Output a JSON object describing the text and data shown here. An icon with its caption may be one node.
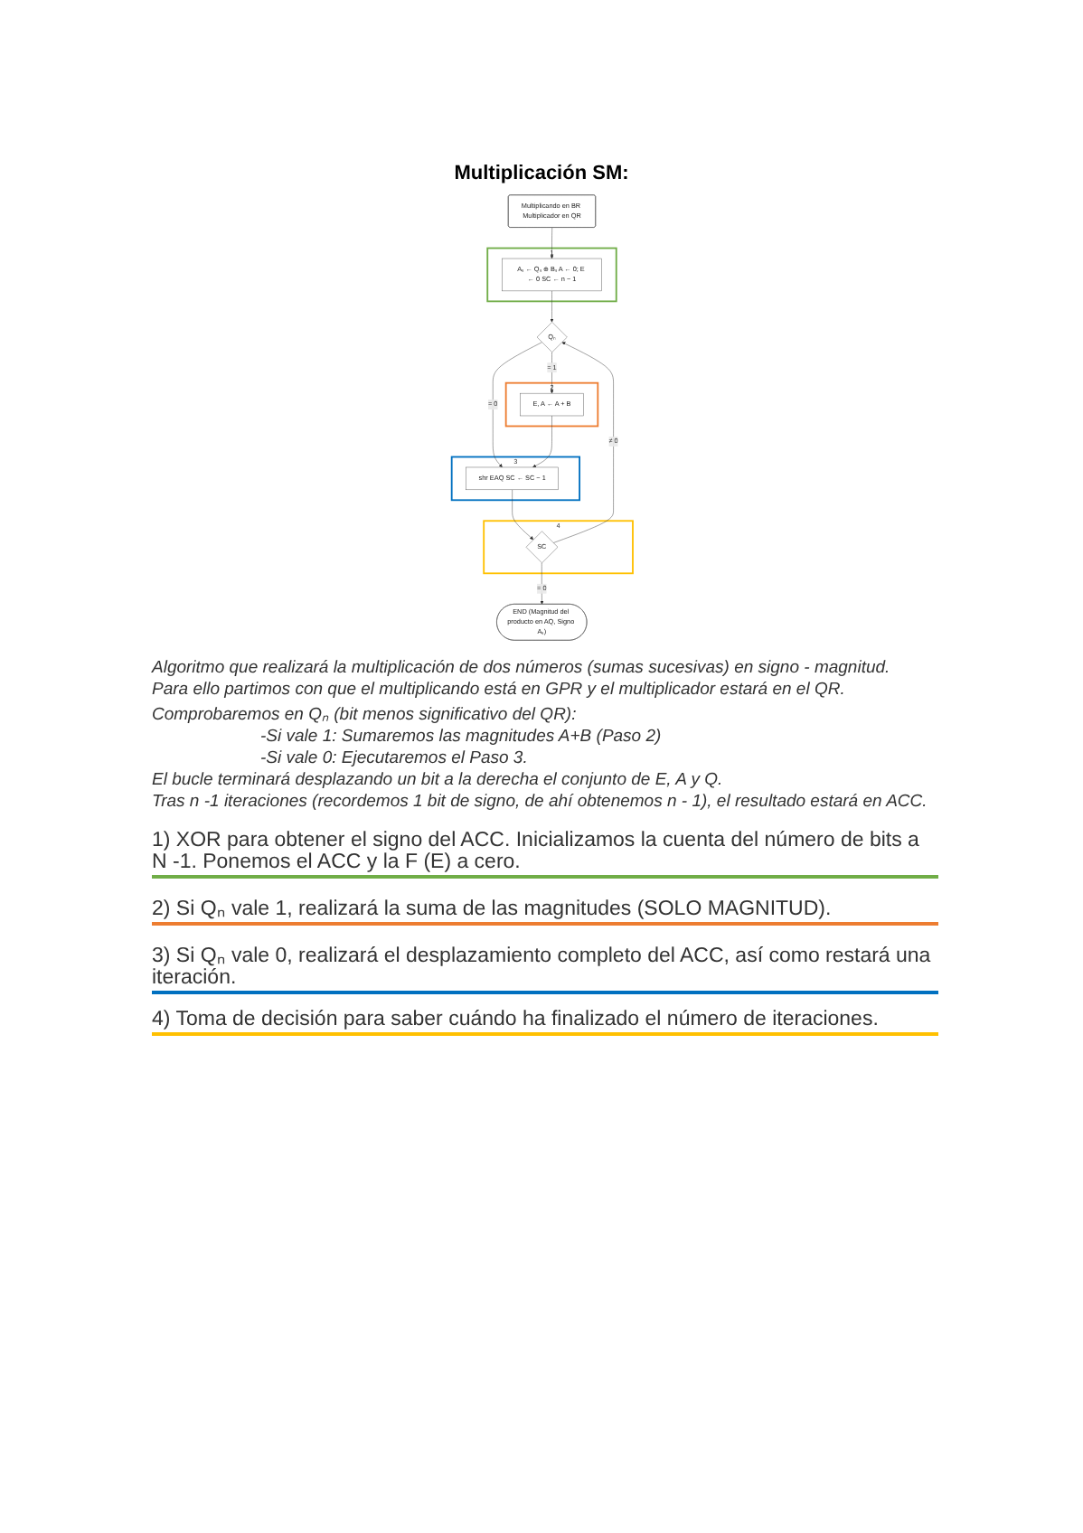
{
  "diagram": {
    "title": "Multiplicación SM:",
    "nodes": [
      {
        "text": [
          "Multiplicando en BR Multiplicador en QR"
        ]
      },
      {
        "text": [],
        "shape": "box",
        "beside": [
          "1"
        ]
      },
      {
        "text": [
          "Aₛ ← Qₛ ⊕ Bₛ A ← 0; E ← 0 SC ← n − 1"
        ],
        "in": 1
      },
      {
        "text": [
          "Qₙ"
        ]
      },
      {
        "text": [],
        "shape": "box",
        "beside": [
          "2"
        ]
      },
      {
        "text": [
          "E, A ← A + B"
        ],
        "in": 4
      },
      {
        "text": [],
        "shape": "box",
        "beside": [
          "3"
        ]
      },
      {
        "text": [
          "shr EAQ SC ← SC − 1"
        ],
        "in": 6
      },
      {
        "text": [],
        "shape": "box",
        "beside": [
          "4"
        ]
      },
      {
        "text": [
          "SC"
        ],
        "in": 8
      },
      {
        "text": [
          "END (Magnitud del producto en AQ, Signo Aₛ)"
        ]
      }
    ],
    "edges": [
      {
        "from": 0,
        "to": 2,
        "arrow": "to"
      },
      {
        "from": 2,
        "to": 3,
        "arrow": "to"
      },
      {
        "from": 3,
        "to": 5,
        "arrow": "to",
        "label": "= 1"
      },
      {
        "from": 3,
        "to": 7,
        "arrow": "to",
        "label": "= 0"
      },
      {
        "from": 5,
        "to": 7,
        "arrow": "to"
      },
      {
        "from": 7,
        "to": 9,
        "arrow": "to"
      },
      {
        "from": 9,
        "to": 3,
        "arrow": "to",
        "label": "≠ 0"
      },
      {
        "from": 9,
        "to": 10,
        "arrow": "to",
        "label": "= 0"
      }
    ],
    "labels": [
      "Algoritmo que realizará la multiplicación de dos números (sumas sucesivas) en signo - magnitud.",
      "Para ello partimos con que el multiplicando está en GPR y el multiplicador estará en el QR.",
      "Comprobaremos en Qₙ (bit menos significativo del QR):",
      "-Si vale 1: Sumaremos las magnitudes A+B (Paso 2)",
      "-Si vale 0: Ejecutaremos el Paso 3.",
      "El bucle terminará desplazando un bit a la derecha el conjunto de E, A y Q.",
      "Tras n -1 iteraciones (recordemos 1 bit de signo, de ahí obtenemos n - 1), el resultado estará en ACC.",
      "1) XOR para obtener el signo del ACC. Inicializamos la cuenta del número de bits a N -1. Ponemos el ACC y la F (E) a cero.",
      "2) Si Qₙ vale 1, realizará la suma de las magnitudes (SOLO MAGNITUD).",
      "3) Si Qₙ vale 0, realizará el desplazamiento completo del ACC, así como restará una iteración.",
      "4) Toma de decisión para saber cuándo ha finalizado el número de iteraciones."
    ]
  }
}
